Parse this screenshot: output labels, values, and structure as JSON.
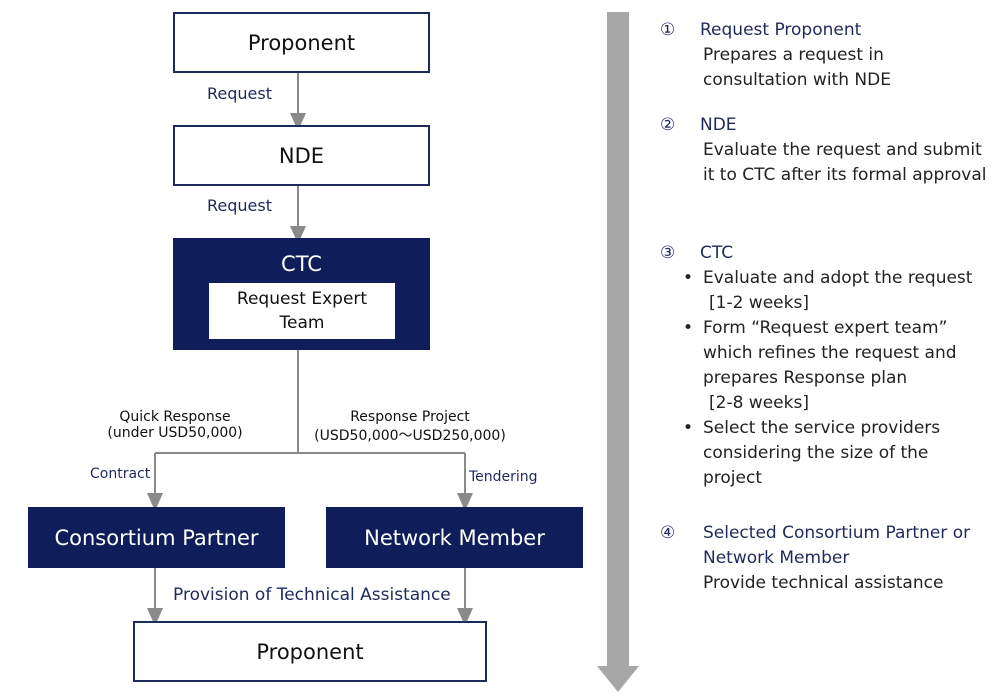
{
  "flow": {
    "proponent_top": "Proponent",
    "request_1": "Request",
    "nde": "NDE",
    "request_2": "Request",
    "ctc": "CTC",
    "expert_team": "Request Expert Team",
    "quick_response_line1": "Quick Response",
    "quick_response_line2": "(under USD50,000)",
    "response_project_line1": "Response Project",
    "response_project_line2": "(USD50,000～USD250,000)",
    "contract": "Contract",
    "tendering": "Tendering",
    "consortium_partner": "Consortium Partner",
    "network_member": "Network Member",
    "provision": "Provision of Technical Assistance",
    "proponent_bottom": "Proponent"
  },
  "steps": [
    {
      "num": "①",
      "title": "Request Proponent",
      "body": "Prepares a request in consultation with NDE"
    },
    {
      "num": "②",
      "title": "NDE",
      "body": "Evaluate the request and submit it to CTC after its formal approval"
    },
    {
      "num": "③",
      "title": "CTC",
      "bullets": [
        {
          "text": "Evaluate and adopt the request",
          "sub": "[1-2 weeks]"
        },
        {
          "text": "Form “Request expert team” which refines the request and prepares Response plan",
          "sub": "[2-8 weeks]"
        },
        {
          "text": "Select the service providers considering the size of the project",
          "sub": ""
        }
      ]
    },
    {
      "num": "④",
      "title": "Selected Consortium Partner or Network Member",
      "body": "Provide technical assistance"
    }
  ],
  "colors": {
    "navy": "#0f1e5a",
    "arrow_gray": "#8a8a8a",
    "timeline_gray": "#a6a6a6"
  }
}
